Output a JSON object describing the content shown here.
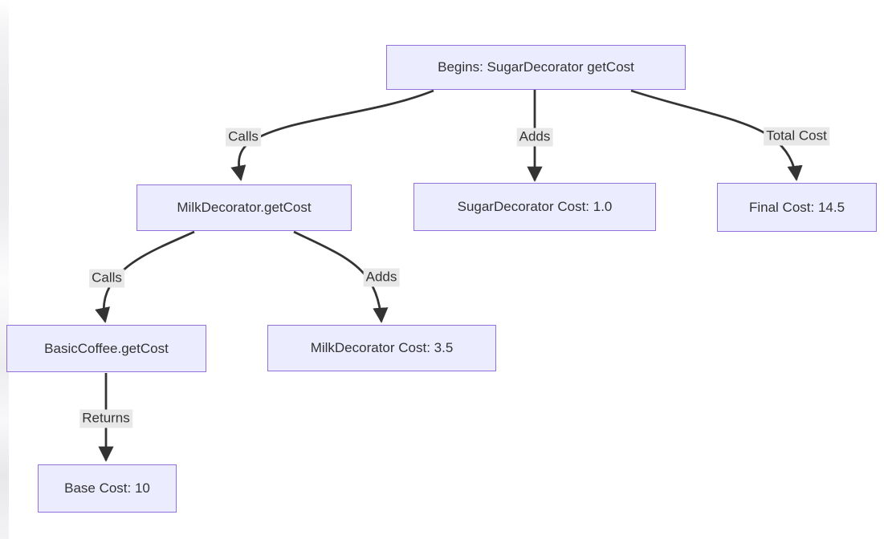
{
  "diagram": {
    "type": "flowchart",
    "direction": "top-down",
    "nodes": [
      {
        "id": "begins",
        "label": "Begins: SugarDecorator getCost"
      },
      {
        "id": "milk_getcost",
        "label": "MilkDecorator.getCost"
      },
      {
        "id": "sugar_cost",
        "label": "SugarDecorator Cost: 1.0"
      },
      {
        "id": "final_cost",
        "label": "Final Cost: 14.5"
      },
      {
        "id": "basic_getcost",
        "label": "BasicCoffee.getCost"
      },
      {
        "id": "milk_cost",
        "label": "MilkDecorator Cost: 3.5"
      },
      {
        "id": "base_cost",
        "label": "Base Cost: 10"
      }
    ],
    "edges": [
      {
        "from": "begins",
        "to": "milk_getcost",
        "label": "Calls"
      },
      {
        "from": "begins",
        "to": "sugar_cost",
        "label": "Adds"
      },
      {
        "from": "begins",
        "to": "final_cost",
        "label": "Total Cost"
      },
      {
        "from": "milk_getcost",
        "to": "basic_getcost",
        "label": "Calls"
      },
      {
        "from": "milk_getcost",
        "to": "milk_cost",
        "label": "Adds"
      },
      {
        "from": "basic_getcost",
        "to": "base_cost",
        "label": "Returns"
      }
    ],
    "values": {
      "base_cost": 10,
      "milk_decorator_cost": 3.5,
      "sugar_decorator_cost": 1.0,
      "final_cost": 14.5
    },
    "colors": {
      "node_fill": "#ECECFF",
      "node_border": "#9370DB",
      "edge_stroke": "#333333",
      "edge_label_bg": "#e8e8e8",
      "text": "#333333",
      "background": "#ffffff"
    }
  }
}
